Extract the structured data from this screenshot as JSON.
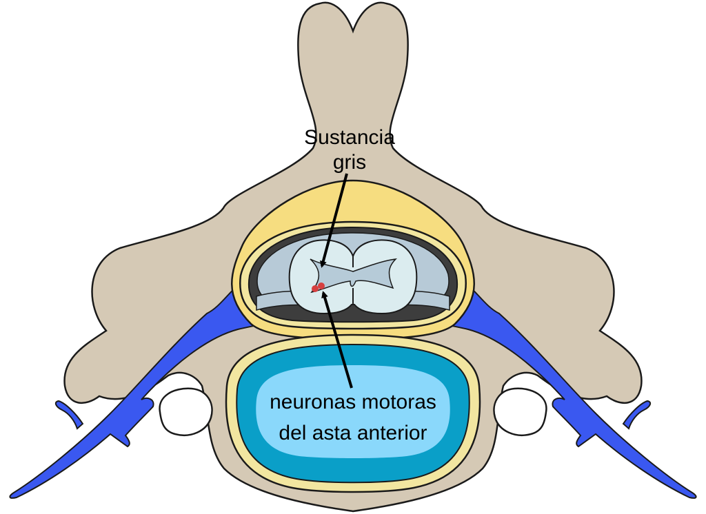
{
  "labels": {
    "gray_matter_line1": "Sustancia",
    "gray_matter_line2": "gris",
    "motor_neurons_line1": "neuronas motoras",
    "motor_neurons_line2": "del asta anterior"
  },
  "colors": {
    "bone": "#d5c9b5",
    "outline": "#1a1a1a",
    "fat": "#f6dd80",
    "dura_dark": "#3d3d3d",
    "csf": "#b7cad7",
    "white_matter": "#dbecef",
    "gray_matter": "#b6cbd8",
    "nerve": "#3a58f0",
    "disc_outer": "#0a9fc8",
    "disc_inner": "#8ad8fb",
    "ring": "#f2e6a0",
    "neuron": "#d64040"
  }
}
